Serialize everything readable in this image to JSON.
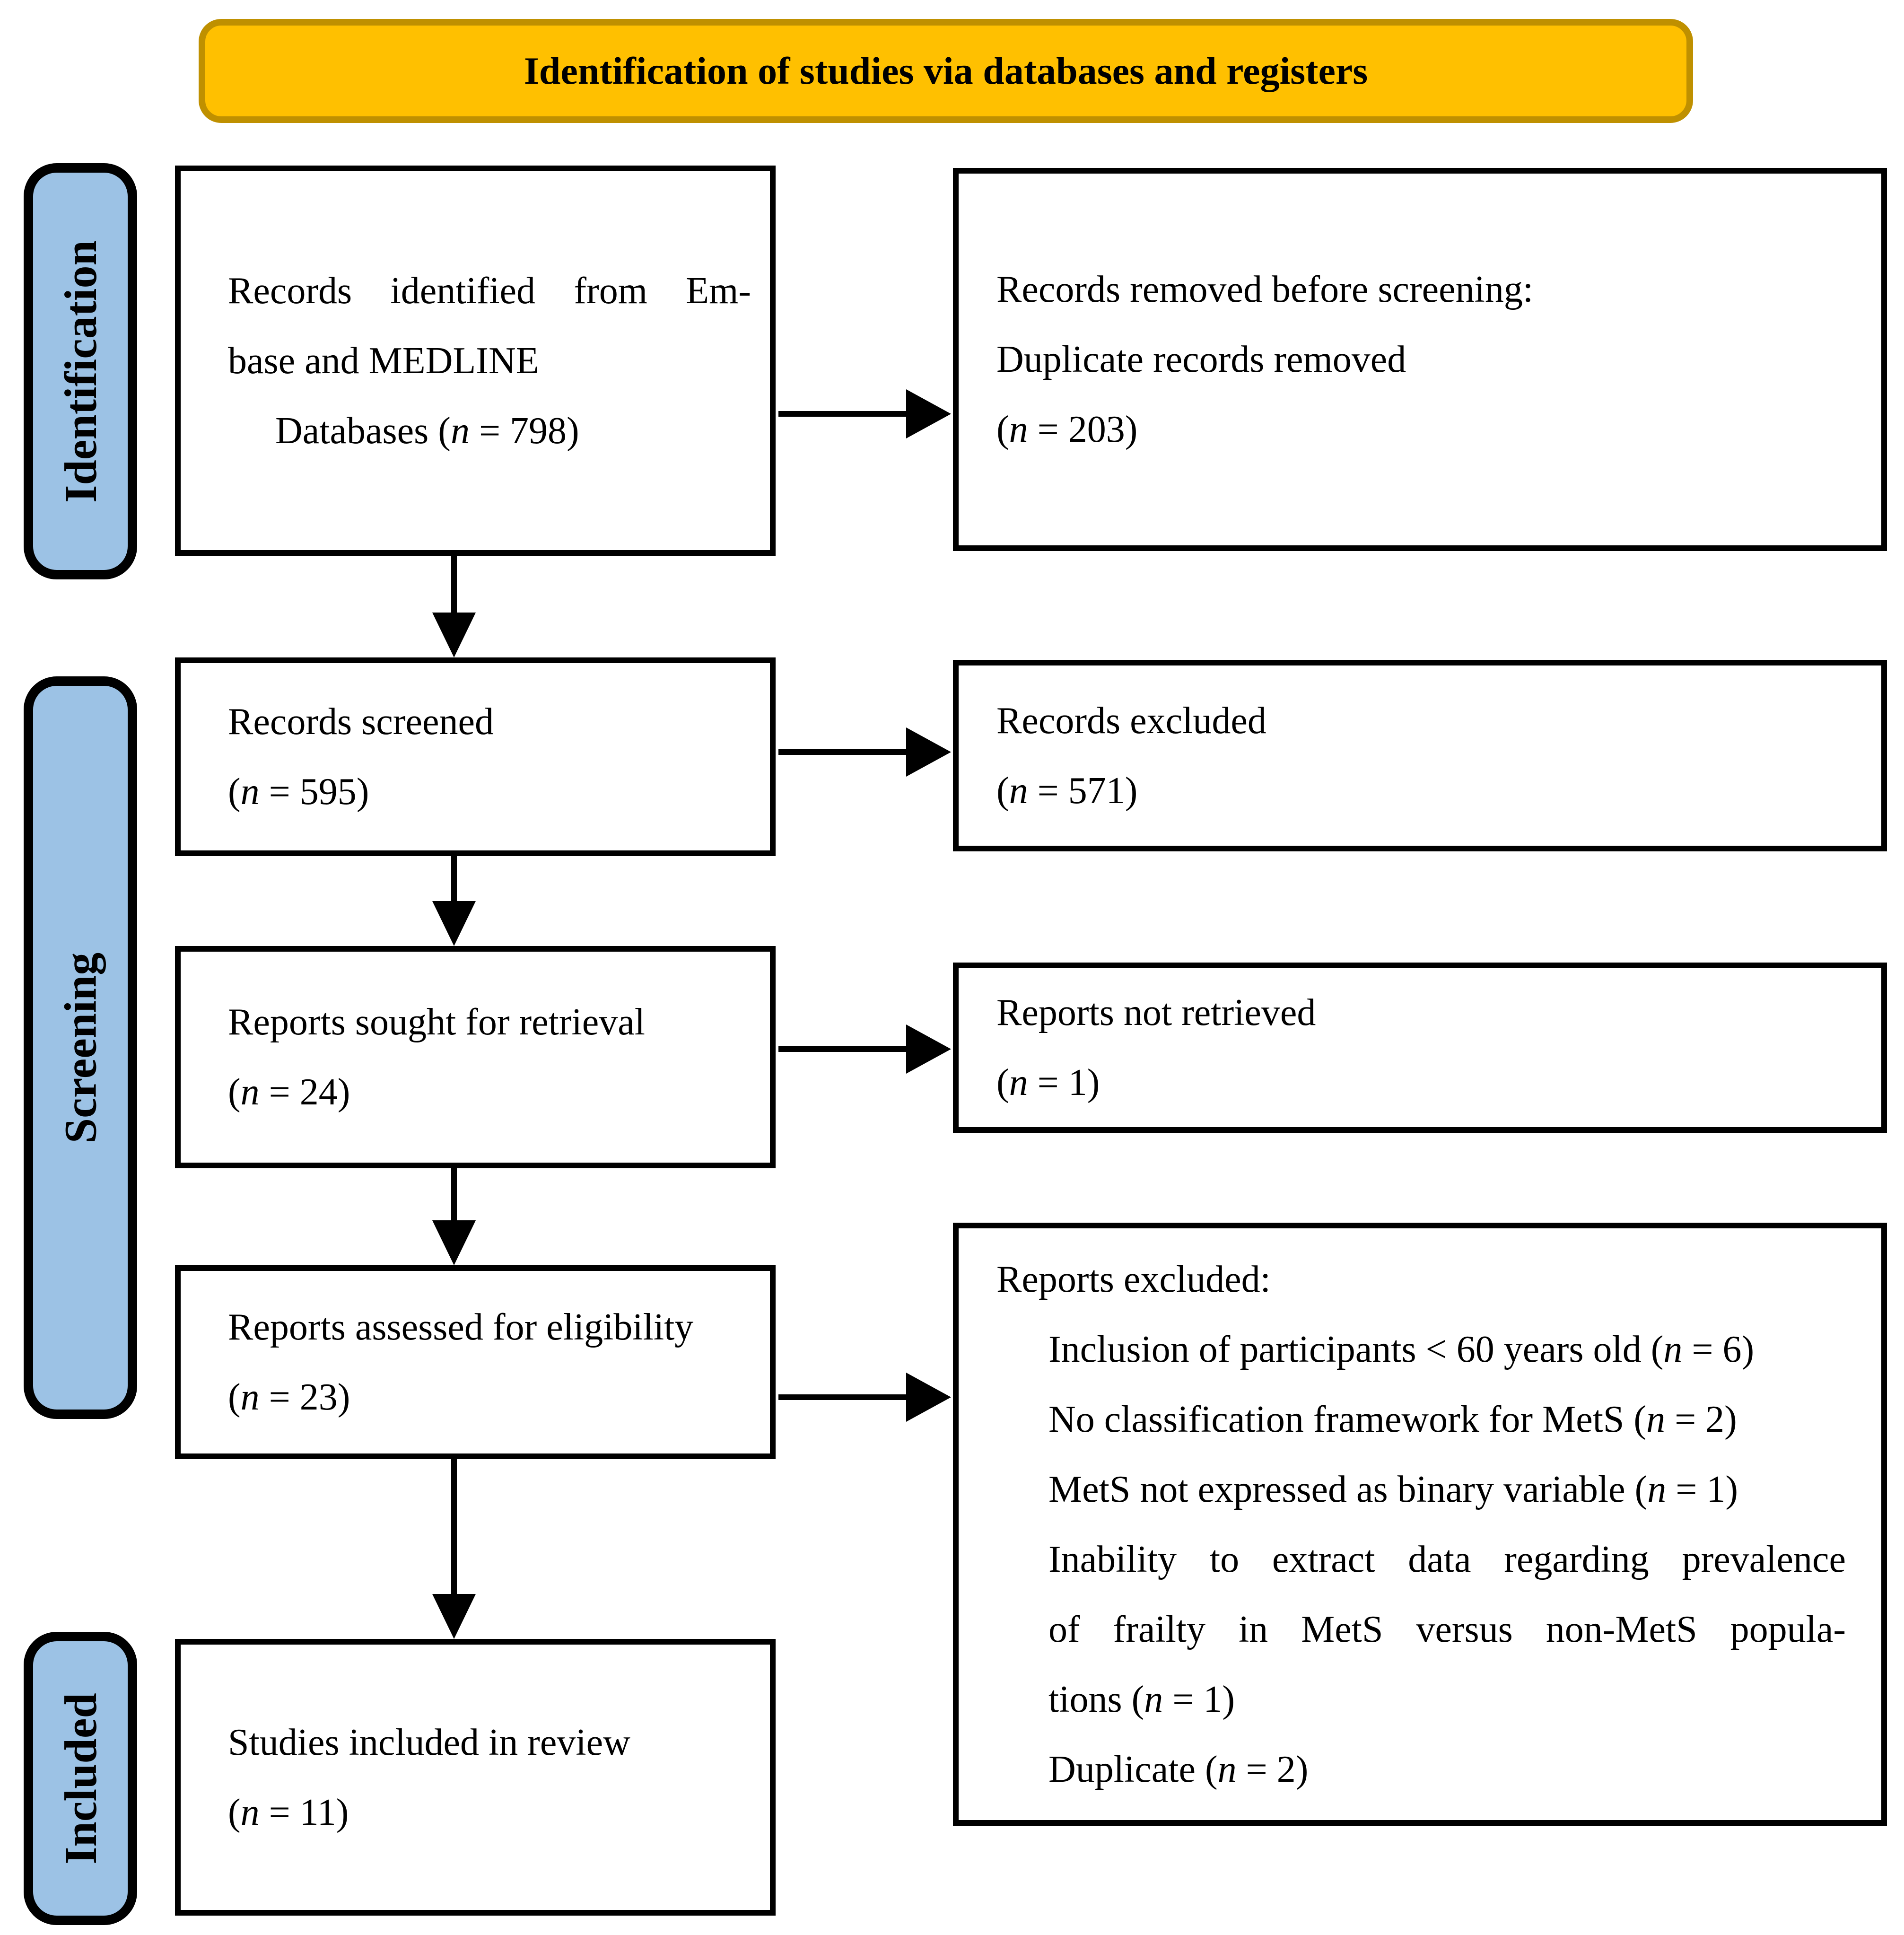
{
  "header": {
    "title": "Identification of studies via databases and registers"
  },
  "stages": {
    "identification": "Identification",
    "screening": "Screening",
    "included": "Included"
  },
  "colors": {
    "banner_fill": "#FFC000",
    "banner_border": "#BF9000",
    "stage_fill": "#9CC2E5",
    "box_border": "#000000",
    "background": "#FFFFFF"
  },
  "boxes": {
    "records_identified": {
      "lines": [
        {
          "pre": "Records identified from Em-"
        },
        {
          "pre": "base and MEDLINE"
        },
        {
          "pre": "Databases (",
          "n": "n",
          "post": " = 798)"
        }
      ]
    },
    "records_removed": {
      "lines": [
        {
          "pre": "Records removed before screening:"
        },
        {
          "pre": "Duplicate records removed"
        },
        {
          "pre": "(",
          "n": "n",
          "post": " = 203)"
        }
      ]
    },
    "records_screened": {
      "lines": [
        {
          "pre": "Records screened"
        },
        {
          "pre": "(",
          "n": "n",
          "post": " = 595)"
        }
      ]
    },
    "records_excluded": {
      "lines": [
        {
          "pre": "Records excluded"
        },
        {
          "pre": "(",
          "n": "n",
          "post": " = 571)"
        }
      ]
    },
    "reports_sought": {
      "lines": [
        {
          "pre": "Reports sought for retrieval"
        },
        {
          "pre": "(",
          "n": "n",
          "post": " = 24)"
        }
      ]
    },
    "reports_not_retrieved": {
      "lines": [
        {
          "pre": "Reports not retrieved"
        },
        {
          "pre": "(",
          "n": "n",
          "post": " = 1)"
        }
      ]
    },
    "reports_assessed": {
      "lines": [
        {
          "pre": "Reports assessed for eligibility"
        },
        {
          "pre": "(",
          "n": "n",
          "post": " = 23)"
        }
      ]
    },
    "reports_excluded": {
      "lines": [
        {
          "pre": "Reports excluded:"
        },
        {
          "pre": "Inclusion of participants < 60 years old (",
          "n": "n",
          "post": " = 6)"
        },
        {
          "pre": "No classification framework for MetS (",
          "n": "n",
          "post": " = 2)"
        },
        {
          "pre": "MetS not expressed as binary variable (",
          "n": "n",
          "post": " = 1)"
        },
        {
          "pre": "Inability to extract data regarding prevalence"
        },
        {
          "pre": "of frailty in MetS versus non-MetS popula-"
        },
        {
          "pre": "tions (",
          "n": "n",
          "post": " = 1)"
        },
        {
          "pre": "Duplicate (",
          "n": "n",
          "post": " = 2)"
        }
      ]
    },
    "studies_included": {
      "lines": [
        {
          "pre": "Studies included in review"
        },
        {
          "pre": "(",
          "n": "n",
          "post": " = 11)"
        }
      ]
    }
  }
}
